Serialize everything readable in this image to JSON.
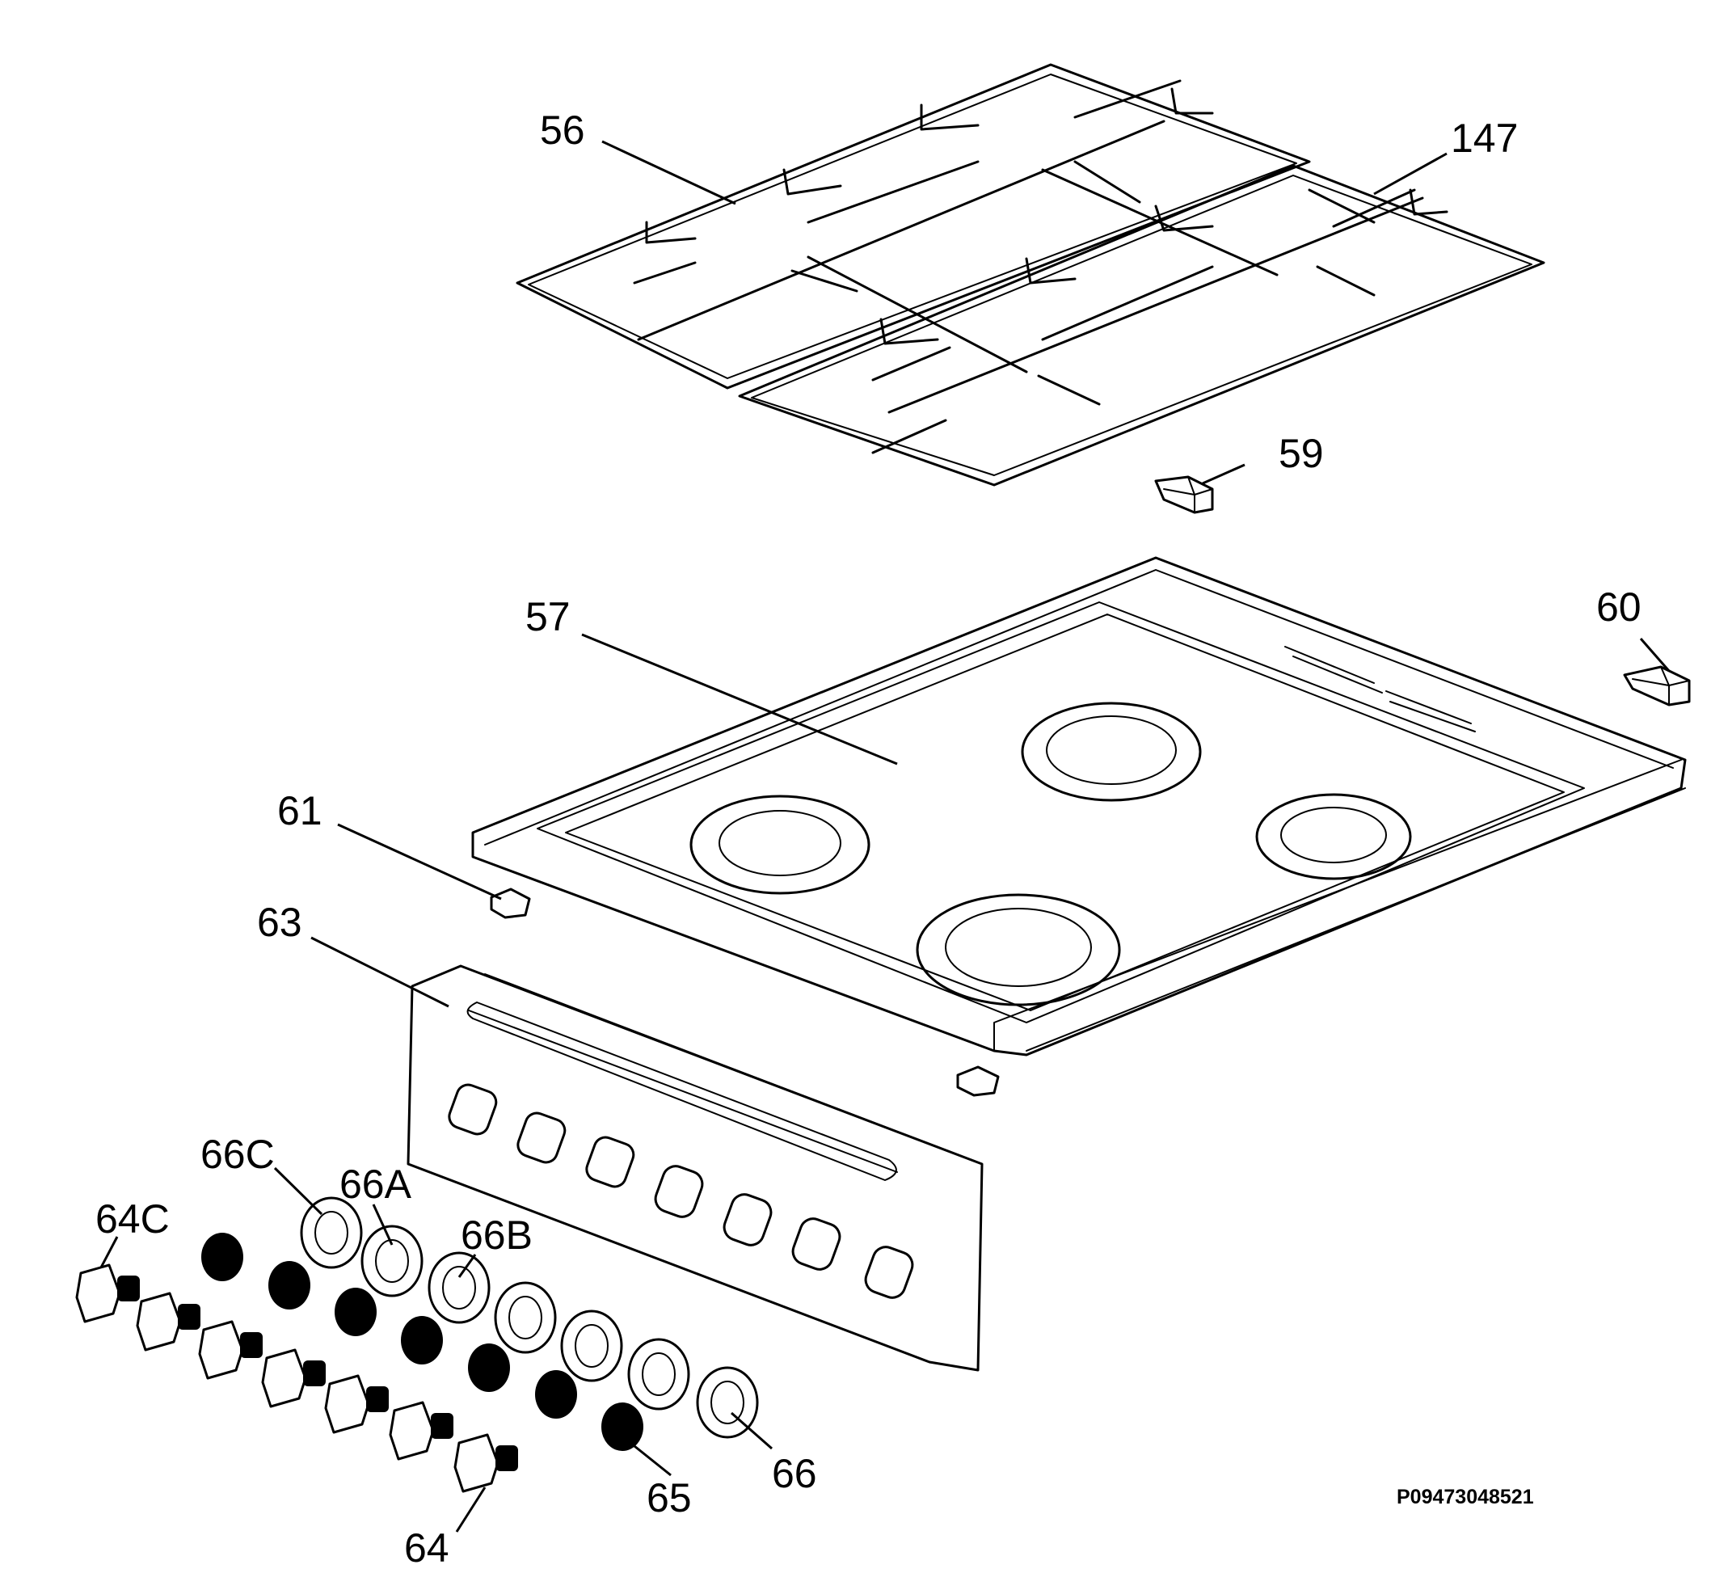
{
  "drawing_code": "P09473048521",
  "labels": {
    "grid_left": "56",
    "grid_right": "147",
    "clip_rear": "59",
    "clip_side": "60",
    "hob_top": "57",
    "clip_front_left": "61",
    "control_panel": "63",
    "bezel_c": "66C",
    "bezel_a": "66A",
    "bezel_b": "66B",
    "knob_c": "64C",
    "bezel": "66",
    "spring": "65",
    "knob": "64"
  }
}
